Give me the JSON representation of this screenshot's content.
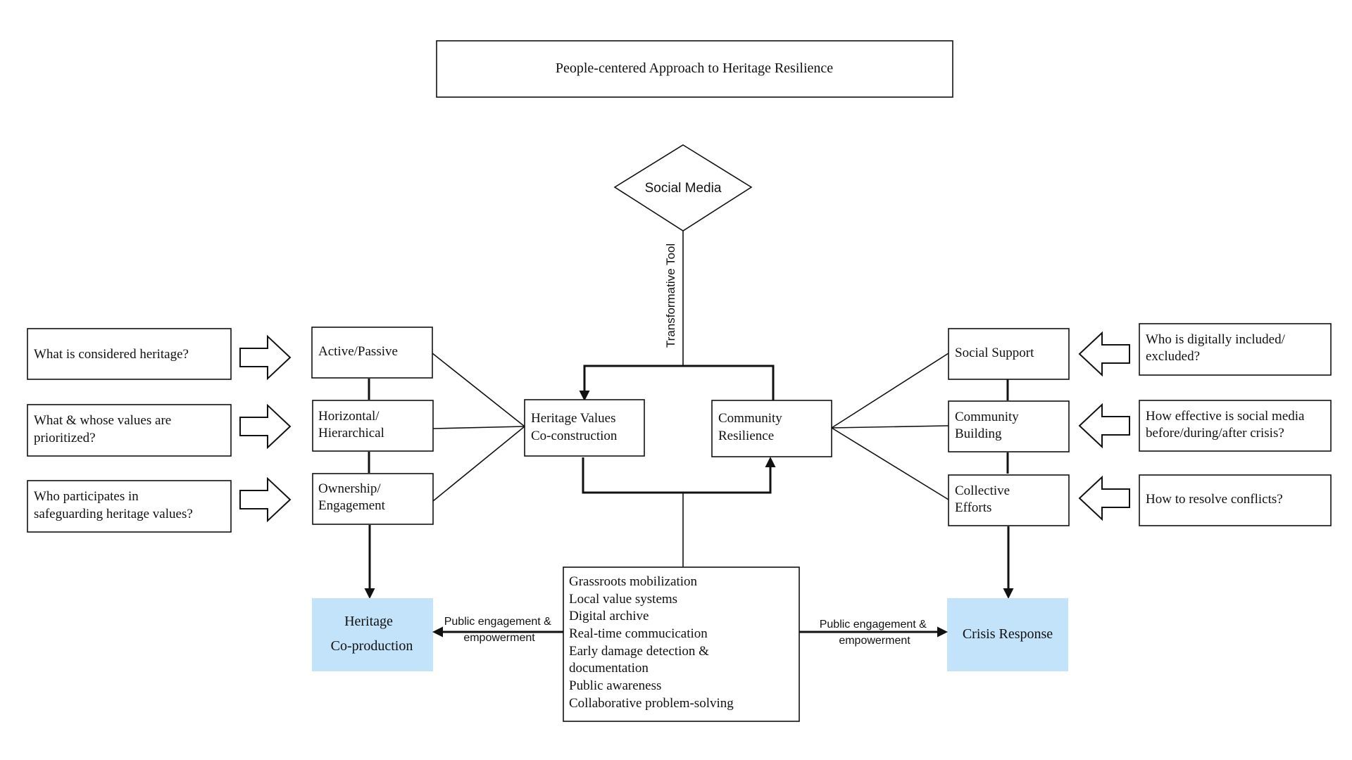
{
  "title": "People-centered Approach to Heritage Resilience",
  "social_media": "Social Media",
  "transformative_tool": "Transformative Tool",
  "left_questions": [
    [
      "What is considered heritage?"
    ],
    [
      "What & whose values are",
      "prioritized?"
    ],
    [
      "Who participates in",
      "safeguarding heritage values?"
    ]
  ],
  "left_dimensions": [
    [
      "Active/Passive"
    ],
    [
      "Horizontal/",
      "Hierarchical"
    ],
    [
      "Ownership/",
      "Engagement"
    ]
  ],
  "heritage_values": [
    "Heritage Values",
    "Co-construction"
  ],
  "community_resilience": [
    "Community",
    "Resilience"
  ],
  "right_dimensions": [
    [
      "Social Support"
    ],
    [
      "Community",
      "Building"
    ],
    [
      "Collective",
      "Efforts"
    ]
  ],
  "right_questions": [
    [
      "Who is digitally included/",
      "excluded?"
    ],
    [
      "How effective is social media",
      "before/during/after crisis?"
    ],
    [
      "How to resolve conflicts?"
    ]
  ],
  "heritage_coproduction": [
    "Heritage",
    "Co-production"
  ],
  "crisis_response": "Crisis Response",
  "public_engagement_left": [
    "Public engagement &",
    "empowerment"
  ],
  "public_engagement_right": [
    "Public engagement &",
    "empowerment"
  ],
  "functions_list": [
    "Grassroots mobilization",
    "Local value systems",
    "Digital archive",
    "Real-time commucication",
    "Early damage detection &",
    "documentation",
    "Public awareness",
    "Collaborative problem-solving"
  ],
  "colors": {
    "outcome_fill": "#c3e3fb",
    "stroke": "#111111"
  }
}
